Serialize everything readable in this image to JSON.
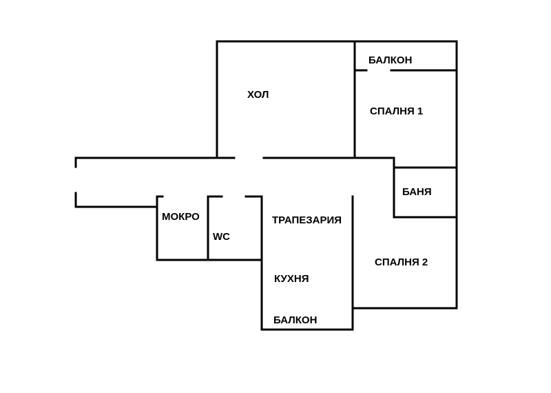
{
  "floor_plan": {
    "rooms": {
      "hol": "ХОЛ",
      "balkon_top": "БАЛКОН",
      "spalnya_1": "СПАЛНЯ 1",
      "banya": "БАНЯ",
      "mokro": "МОКРО",
      "wc": "WC",
      "trapezariya": "ТРАПЕЗАРИЯ",
      "spalnya_2": "СПАЛНЯ 2",
      "kuhnya": "КУХНЯ",
      "balkon_bottom": "БАЛКОН"
    }
  }
}
